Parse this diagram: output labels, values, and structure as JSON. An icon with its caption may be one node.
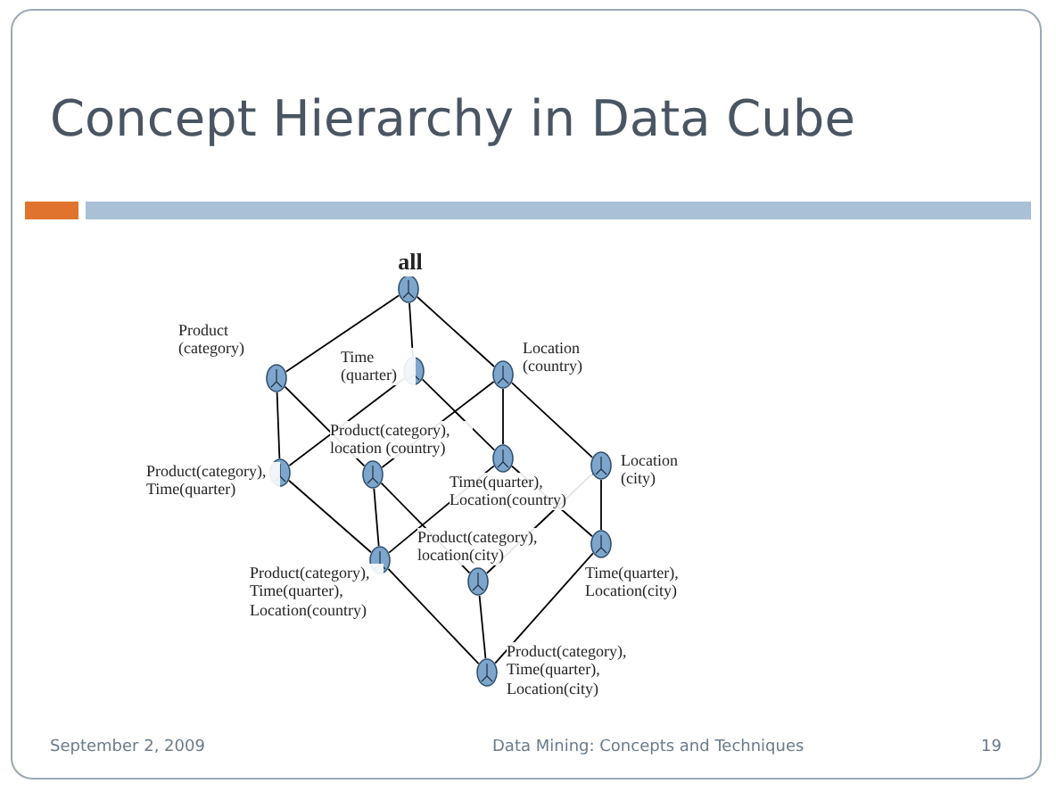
{
  "diagram": {
    "title": "Concept Hierarchy in Data Cube",
    "nodes": [
      {
        "text": [],
        "shape": "ellipse",
        "beside": [
          "all"
        ]
      },
      {
        "text": [],
        "shape": "ellipse",
        "beside": [
          "Product (category)"
        ]
      },
      {
        "text": [],
        "shape": "ellipse",
        "beside": [
          "Time (quarter)"
        ]
      },
      {
        "text": [],
        "shape": "ellipse",
        "beside": [
          "Location (country)"
        ]
      },
      {
        "text": [],
        "shape": "ellipse",
        "beside": [
          "Product(category), Time(quarter)"
        ]
      },
      {
        "text": [],
        "shape": "ellipse",
        "beside": [
          "Product(category), location (country)"
        ]
      },
      {
        "text": [],
        "shape": "ellipse",
        "beside": [
          "Time(quarter), Location(country)"
        ]
      },
      {
        "text": [],
        "shape": "ellipse",
        "beside": [
          "Location (city)"
        ]
      },
      {
        "text": [],
        "shape": "ellipse",
        "beside": [
          "Product(category), Time(quarter), Location(country)"
        ]
      },
      {
        "text": [],
        "shape": "ellipse",
        "beside": [
          "Product(category), location(city)"
        ]
      },
      {
        "text": [],
        "shape": "ellipse",
        "beside": [
          "Time(quarter), Location(city)"
        ]
      },
      {
        "text": [],
        "shape": "ellipse",
        "beside": [
          "Product(category), Time(quarter), Location(city)"
        ]
      }
    ],
    "edges": [
      {
        "from": 0,
        "to": 1,
        "arrow": "none"
      },
      {
        "from": 0,
        "to": 2,
        "arrow": "none"
      },
      {
        "from": 0,
        "to": 3,
        "arrow": "none"
      },
      {
        "from": 1,
        "to": 4,
        "arrow": "none"
      },
      {
        "from": 1,
        "to": 5,
        "arrow": "none"
      },
      {
        "from": 2,
        "to": 4,
        "arrow": "none"
      },
      {
        "from": 2,
        "to": 6,
        "arrow": "none"
      },
      {
        "from": 3,
        "to": 5,
        "arrow": "none"
      },
      {
        "from": 3,
        "to": 6,
        "arrow": "none"
      },
      {
        "from": 3,
        "to": 7,
        "arrow": "none"
      },
      {
        "from": 4,
        "to": 8,
        "arrow": "none"
      },
      {
        "from": 5,
        "to": 8,
        "arrow": "none"
      },
      {
        "from": 5,
        "to": 9,
        "arrow": "none"
      },
      {
        "from": 6,
        "to": 8,
        "arrow": "none"
      },
      {
        "from": 6,
        "to": 10,
        "arrow": "none"
      },
      {
        "from": 7,
        "to": 9,
        "arrow": "none"
      },
      {
        "from": 7,
        "to": 10,
        "arrow": "none"
      },
      {
        "from": 8,
        "to": 11,
        "arrow": "none"
      },
      {
        "from": 9,
        "to": 11,
        "arrow": "none"
      },
      {
        "from": 10,
        "to": 11,
        "arrow": "none"
      }
    ],
    "labels": [
      "September 2, 2009",
      "Data Mining: Concepts and Techniques",
      "19"
    ]
  }
}
